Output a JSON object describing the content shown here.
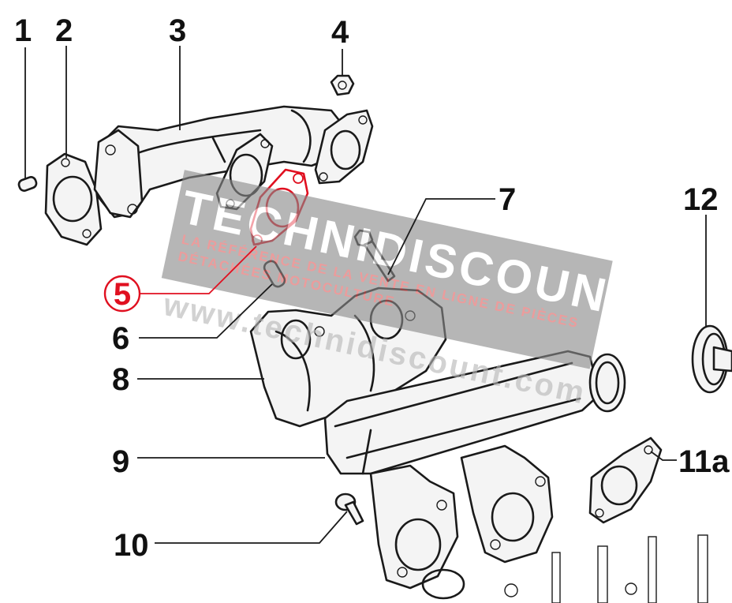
{
  "callouts": [
    {
      "id": "1",
      "label": "1",
      "highlighted": false
    },
    {
      "id": "2",
      "label": "2",
      "highlighted": false
    },
    {
      "id": "3",
      "label": "3",
      "highlighted": false
    },
    {
      "id": "4",
      "label": "4",
      "highlighted": false
    },
    {
      "id": "5",
      "label": "5",
      "highlighted": true
    },
    {
      "id": "6",
      "label": "6",
      "highlighted": false
    },
    {
      "id": "7",
      "label": "7",
      "highlighted": false
    },
    {
      "id": "8",
      "label": "8",
      "highlighted": false
    },
    {
      "id": "9",
      "label": "9",
      "highlighted": false
    },
    {
      "id": "10",
      "label": "10",
      "highlighted": false
    },
    {
      "id": "11a",
      "label": "11a",
      "highlighted": false
    },
    {
      "id": "12",
      "label": "12",
      "highlighted": false
    }
  ],
  "watermark": {
    "brand": "TECHNIDISCOUNT",
    "tagline_1": "LA RÉFÉRENCE DE LA VENTE EN LIGNE DE PIÈCES",
    "tagline_2": "DÉTACHÉES MOTOCULTURE",
    "url": "www.technidiscount.com"
  },
  "colors": {
    "highlight": "#e01020",
    "line": "#1a1a1a",
    "watermark_band": "#8a8a8a"
  },
  "icons": [
    "seal-logo"
  ]
}
